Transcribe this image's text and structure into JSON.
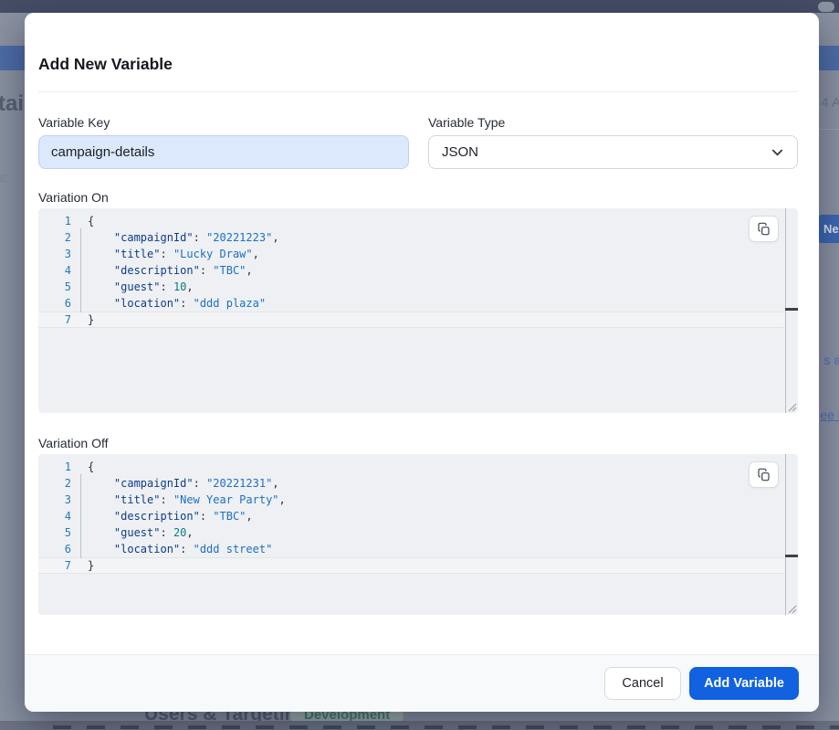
{
  "modal": {
    "title": "Add New Variable",
    "fields": {
      "variable_key": {
        "label": "Variable Key",
        "value": "campaign-details"
      },
      "variable_type": {
        "label": "Variable Type",
        "value": "JSON"
      }
    },
    "footer": {
      "cancel_label": "Cancel",
      "submit_label": "Add Variable"
    }
  },
  "editors": [
    {
      "label": "Variation On",
      "cursor_line": 7,
      "lines": [
        [
          {
            "t": "pun",
            "v": "{"
          }
        ],
        [
          {
            "t": "pun",
            "v": "    "
          },
          {
            "t": "key",
            "v": "\"campaignId\""
          },
          {
            "t": "pun",
            "v": ": "
          },
          {
            "t": "str",
            "v": "\"20221223\""
          },
          {
            "t": "pun",
            "v": ","
          }
        ],
        [
          {
            "t": "pun",
            "v": "    "
          },
          {
            "t": "key",
            "v": "\"title\""
          },
          {
            "t": "pun",
            "v": ": "
          },
          {
            "t": "str",
            "v": "\"Lucky Draw\""
          },
          {
            "t": "pun",
            "v": ","
          }
        ],
        [
          {
            "t": "pun",
            "v": "    "
          },
          {
            "t": "key",
            "v": "\"description\""
          },
          {
            "t": "pun",
            "v": ": "
          },
          {
            "t": "str",
            "v": "\"TBC\""
          },
          {
            "t": "pun",
            "v": ","
          }
        ],
        [
          {
            "t": "pun",
            "v": "    "
          },
          {
            "t": "key",
            "v": "\"guest\""
          },
          {
            "t": "pun",
            "v": ": "
          },
          {
            "t": "num",
            "v": "10"
          },
          {
            "t": "pun",
            "v": ","
          }
        ],
        [
          {
            "t": "pun",
            "v": "    "
          },
          {
            "t": "key",
            "v": "\"location\""
          },
          {
            "t": "pun",
            "v": ": "
          },
          {
            "t": "str",
            "v": "\"ddd plaza\""
          }
        ],
        [
          {
            "t": "pun",
            "v": "}"
          }
        ]
      ]
    },
    {
      "label": "Variation Off",
      "cursor_line": 7,
      "lines": [
        [
          {
            "t": "pun",
            "v": "{"
          }
        ],
        [
          {
            "t": "pun",
            "v": "    "
          },
          {
            "t": "key",
            "v": "\"campaignId\""
          },
          {
            "t": "pun",
            "v": ": "
          },
          {
            "t": "str",
            "v": "\"20221231\""
          },
          {
            "t": "pun",
            "v": ","
          }
        ],
        [
          {
            "t": "pun",
            "v": "    "
          },
          {
            "t": "key",
            "v": "\"title\""
          },
          {
            "t": "pun",
            "v": ": "
          },
          {
            "t": "str",
            "v": "\"New Year Party\""
          },
          {
            "t": "pun",
            "v": ","
          }
        ],
        [
          {
            "t": "pun",
            "v": "    "
          },
          {
            "t": "key",
            "v": "\"description\""
          },
          {
            "t": "pun",
            "v": ": "
          },
          {
            "t": "str",
            "v": "\"TBC\""
          },
          {
            "t": "pun",
            "v": ","
          }
        ],
        [
          {
            "t": "pun",
            "v": "    "
          },
          {
            "t": "key",
            "v": "\"guest\""
          },
          {
            "t": "pun",
            "v": ": "
          },
          {
            "t": "num",
            "v": "20"
          },
          {
            "t": "pun",
            "v": ","
          }
        ],
        [
          {
            "t": "pun",
            "v": "    "
          },
          {
            "t": "key",
            "v": "\"location\""
          },
          {
            "t": "pun",
            "v": ": "
          },
          {
            "t": "str",
            "v": "\"ddd street\""
          }
        ],
        [
          {
            "t": "pun",
            "v": "}"
          }
        ]
      ]
    }
  ],
  "background": {
    "left_heading_fragment": "tai",
    "left_small_fragment": "E",
    "right_date_fragment": "4 A",
    "right_button_fragment": "Ne",
    "right_link_fragment_1": "s a",
    "right_link_fragment_2": "ee l",
    "bottom_heading": "Users & Targeting",
    "environment_badge": "Development"
  },
  "colors": {
    "accent_blue": "#1161e0",
    "input_focus_bg": "#dce8fc",
    "editor_bg": "#eef0f3",
    "token_key": "#0f3c86",
    "token_string": "#1d6fc4",
    "token_number": "#0e7b82",
    "line_number": "#2879b5",
    "badge_teal": "#4e7a71",
    "navbar_dark": "#454e66"
  }
}
